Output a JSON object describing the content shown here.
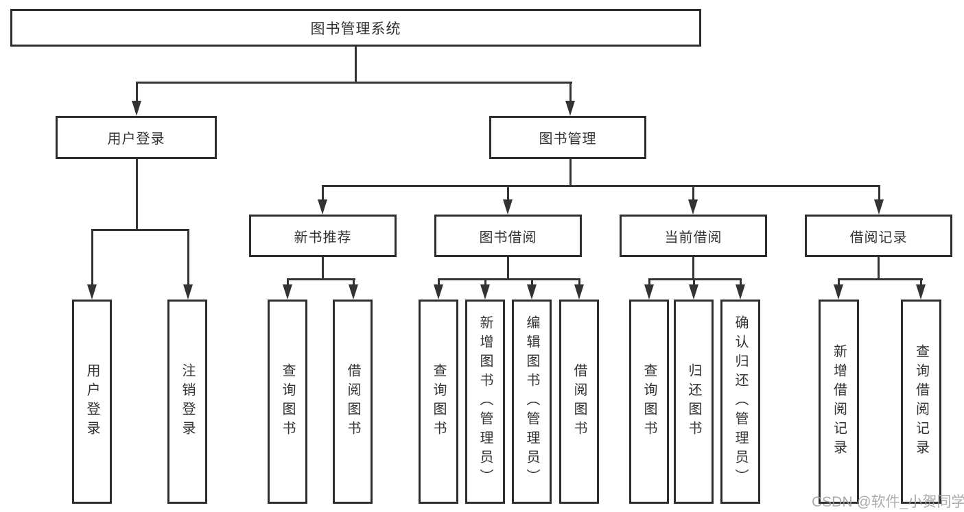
{
  "title": "图书管理系统",
  "colors": {
    "line": "#333333",
    "box_border": "#2d2d2d",
    "box_bg": "#ffffff",
    "text": "#333333",
    "background": "#ffffff",
    "watermark": "#9c9c9c"
  },
  "nodes": {
    "root": "图书管理系统",
    "level2": {
      "user_login": "用户登录",
      "book_mgmt": "图书管理"
    },
    "level3": {
      "new_books": "新书推荐",
      "book_borrow": "图书借阅",
      "current_borrow": "当前借阅",
      "borrow_records": "借阅记录"
    },
    "leaves": {
      "user_login": "用户登录",
      "logout": "注销登录",
      "nb_query": "查询图书",
      "nb_borrow": "借阅图书",
      "bb_query": "查询图书",
      "bb_add": "新增图书（管理员）",
      "bb_edit": "编辑图书（管理员）",
      "bb_borrow": "借阅图书",
      "cb_query": "查询图书",
      "cb_return": "归还图书",
      "cb_confirm": "确认归还（管理员）",
      "br_add": "新增借阅记录",
      "br_query": "查询借阅记录"
    }
  },
  "watermark": {
    "text": "CSDN @软件_小贺同学"
  }
}
